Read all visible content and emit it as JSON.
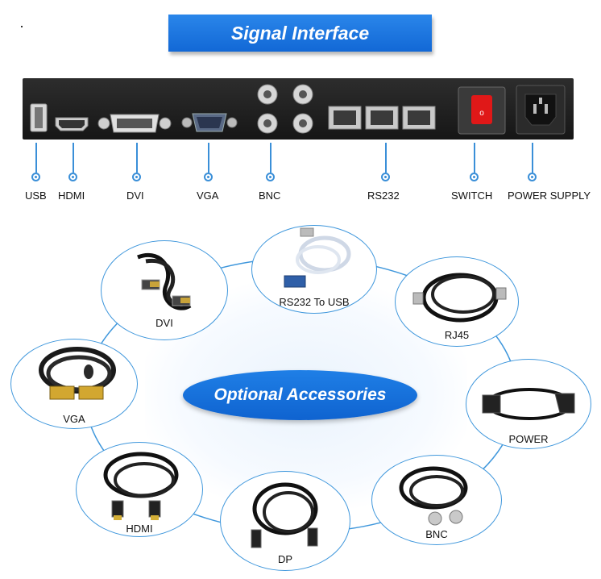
{
  "header": {
    "title": "Signal Interface"
  },
  "ports": [
    {
      "label": "USB",
      "icon": "usb-port-icon"
    },
    {
      "label": "HDMI",
      "icon": "hdmi-port-icon"
    },
    {
      "label": "DVI",
      "icon": "dvi-port-icon"
    },
    {
      "label": "VGA",
      "icon": "vga-port-icon"
    },
    {
      "label": "BNC",
      "icon": "bnc-port-icon"
    },
    {
      "label": "RS232",
      "icon": "rj45-port-icon"
    },
    {
      "label": "SWITCH",
      "icon": "rocker-switch-icon"
    },
    {
      "label": "POWER SUPPLY",
      "icon": "power-socket-icon"
    }
  ],
  "accessories": {
    "title": "Optional Accessories",
    "items": [
      {
        "label": "DVI",
        "icon": "dvi-cable-icon"
      },
      {
        "label": "RS232 To USB",
        "icon": "rs232-usb-cable-icon"
      },
      {
        "label": "RJ45",
        "icon": "rj45-cable-icon"
      },
      {
        "label": "VGA",
        "icon": "vga-cable-icon"
      },
      {
        "label": "POWER",
        "icon": "power-cable-icon"
      },
      {
        "label": "HDMI",
        "icon": "hdmi-cable-icon"
      },
      {
        "label": "DP",
        "icon": "dp-cable-icon"
      },
      {
        "label": "BNC",
        "icon": "bnc-cable-icon"
      }
    ]
  },
  "colors": {
    "accent": "#1a73e0",
    "line": "#3a8fd8",
    "panel": "#1e1e1e",
    "switch": "#e01818"
  }
}
